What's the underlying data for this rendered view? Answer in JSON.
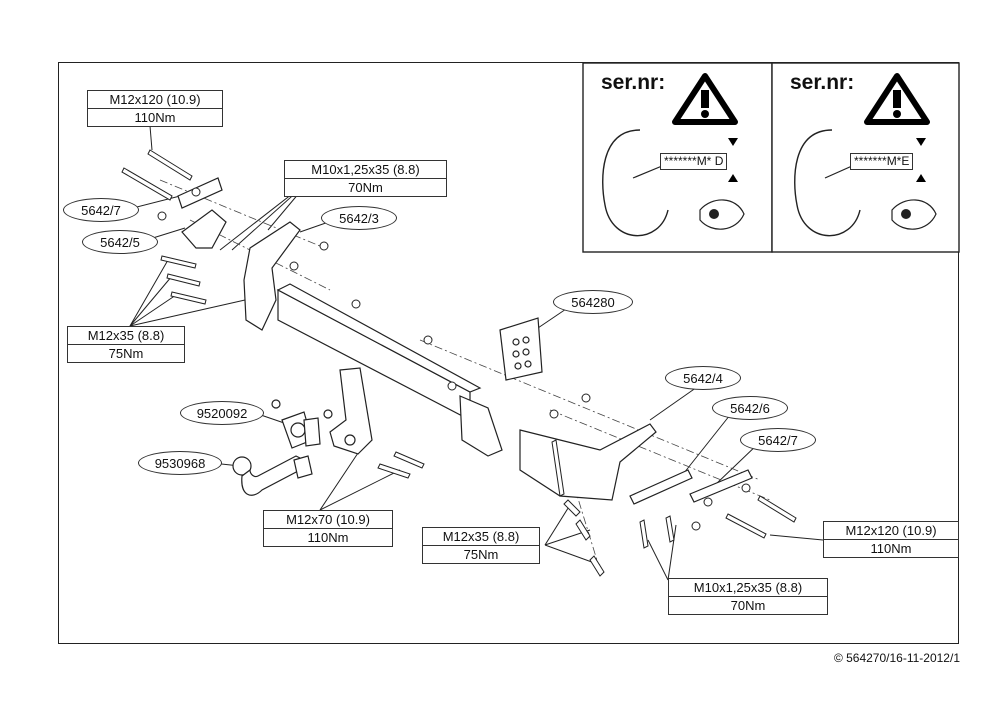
{
  "warning_panels": [
    {
      "title": "ser.nr:",
      "serial": "*******M* D"
    },
    {
      "title": "ser.nr:",
      "serial": "*******M*E"
    }
  ],
  "torque_labels": {
    "tl_m12x120": {
      "spec": "M12x120 (10.9)",
      "torque": "110Nm"
    },
    "tl_m10x1_25": {
      "spec": "M10x1,25x35 (8.8)",
      "torque": "70Nm"
    },
    "tl_m12x35": {
      "spec": "M12x35 (8.8)",
      "torque": "75Nm"
    },
    "tl_m12x70": {
      "spec": "M12x70 (10.9)",
      "torque": "110Nm"
    },
    "mid_m12x35": {
      "spec": "M12x35 (8.8)",
      "torque": "75Nm"
    },
    "br_m10x1_25": {
      "spec": "M10x1,25x35 (8.8)",
      "torque": "70Nm"
    },
    "br_m12x120": {
      "spec": "M12x120 (10.9)",
      "torque": "110Nm"
    }
  },
  "part_numbers": {
    "p5642_7_left": "5642/7",
    "p5642_5": "5642/5",
    "p5642_3": "5642/3",
    "p564280": "564280",
    "p9520092": "9520092",
    "p9530968": "9530968",
    "p5642_4": "5642/4",
    "p5642_6": "5642/6",
    "p5642_7_right": "5642/7"
  },
  "footer": "© 564270/16-11-2012/1"
}
